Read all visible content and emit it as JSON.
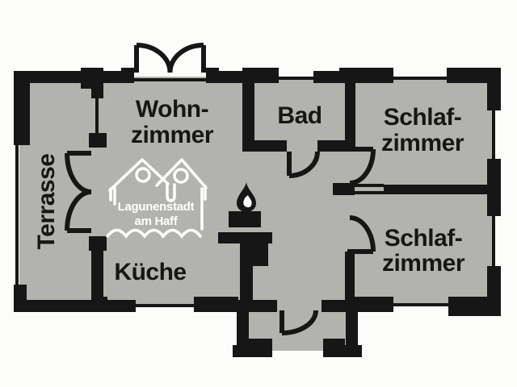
{
  "floorplan": {
    "colors": {
      "background": "#fcfcfa",
      "floor": "#b2b3af",
      "wall": "#161616",
      "logo": "#ffffff"
    },
    "rooms": {
      "terrasse": {
        "label": "Terrasse"
      },
      "wohnzimmer": {
        "line1": "Wohn-",
        "line2": "zimmer"
      },
      "kueche": {
        "label": "Küche"
      },
      "bad": {
        "label": "Bad"
      },
      "schlafzimmer1": {
        "line1": "Schlaf-",
        "line2": "zimmer"
      },
      "schlafzimmer2": {
        "line1": "Schlaf-",
        "line2": "zimmer"
      }
    },
    "logo": {
      "line1": "Lagunenstadt",
      "line2": "am Haff"
    }
  }
}
